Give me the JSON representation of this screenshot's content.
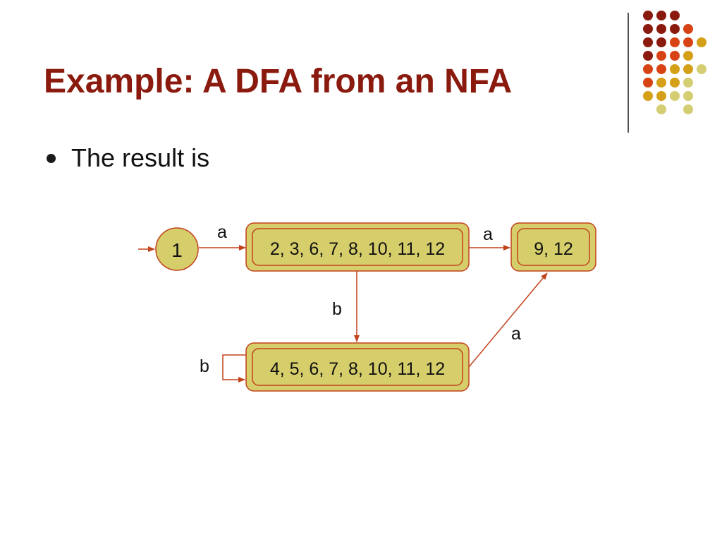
{
  "slide": {
    "title": "Example: A DFA from an NFA",
    "bullet": "The result is"
  },
  "diagram": {
    "states": {
      "start": "1",
      "s_a": "2, 3, 6, 7, 8, 10, 11, 12",
      "s_b": "4, 5, 6, 7, 8, 10, 11, 12",
      "final": "9, 12"
    },
    "transitions": {
      "start_to_a": "a",
      "a_to_final": "a",
      "a_to_b": "b",
      "b_self": "b",
      "b_to_final": "a"
    }
  },
  "colors": {
    "title": "#8b1a0e",
    "state_fill": "#d6cd6b",
    "state_border": "#c2421c",
    "arrow": "#c2421c",
    "dot_darkred": "#8b1a0e",
    "dot_orange": "#d84315",
    "dot_gold": "#d4a017",
    "dot_khaki": "#d4cd72"
  }
}
